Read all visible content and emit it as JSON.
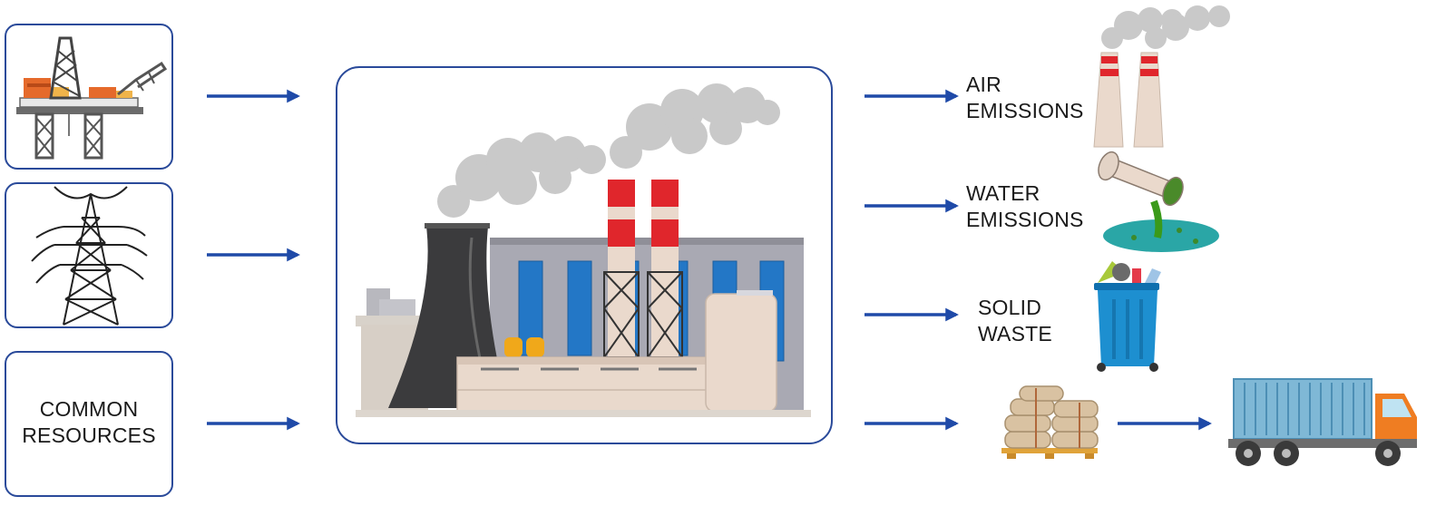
{
  "inputs": {
    "common_resources_line1": "COMMON",
    "common_resources_line2": "RESOURCES"
  },
  "outputs": {
    "air_line1": "AIR",
    "air_line2": "EMISSIONS",
    "water_line1": "WATER",
    "water_line2": "EMISSIONS",
    "solid_line1": "SOLID",
    "solid_line2": "WASTE"
  },
  "colors": {
    "frame": "#2a4a9a",
    "arrow": "#1f4aa8",
    "chimney_red": "#e0262c",
    "smoke": "#c9c9c9",
    "bin_blue": "#1d8fd0",
    "truck_orange": "#ef7d22",
    "container_blue": "#7fb8d6"
  }
}
